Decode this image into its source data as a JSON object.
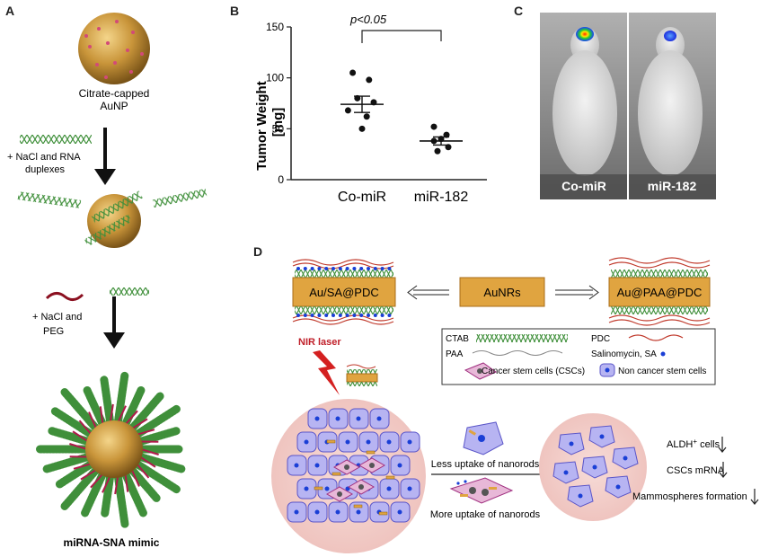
{
  "panels": {
    "a": "A",
    "b": "B",
    "c": "C",
    "d": "D"
  },
  "panel_a": {
    "label1_line1": "Citrate-capped",
    "label1_line2": "AuNP",
    "step1_line1": "+ NaCl and RNA",
    "step1_line2": "duplexes",
    "step2_line1": "+  NaCl and",
    "step2_line2": "PEG",
    "final": "miRNA-SNA mimic"
  },
  "panel_b": {
    "ylabel_line1": "Tumor Weight",
    "ylabel_line2": "[mg]",
    "significance": "p<0.05",
    "chart_data": {
      "type": "scatter",
      "categories": [
        "Co-miR",
        "miR-182"
      ],
      "ylim": [
        0,
        150
      ],
      "yticks": [
        "0",
        "50",
        "100",
        "150"
      ],
      "ylabel": "Tumor Weight [mg]",
      "series": [
        {
          "name": "Co-miR",
          "values": [
            105,
            98,
            80,
            76,
            68,
            62,
            50
          ],
          "mean": 74,
          "sem": 8
        },
        {
          "name": "miR-182",
          "values": [
            52,
            44,
            40,
            38,
            32,
            28
          ],
          "mean": 38,
          "sem": 4
        }
      ]
    }
  },
  "panel_c": {
    "left_label": "Co-miR",
    "right_label": "miR-182"
  },
  "panel_d": {
    "left_box": "Au/SA@PDC",
    "center_box": "AuNRs",
    "right_box": "Au@PAA@PDC",
    "legend": {
      "ctab": "CTAB",
      "pdc": "PDC",
      "paa": "PAA",
      "sa": "Salinomycin, SA",
      "cscs": "Cancer stem cells (CSCs)",
      "noncscs": "Non cancer stem cells"
    },
    "laser": "NIR laser",
    "less": "Less uptake of nanorods",
    "more": "More uptake of nanorods",
    "aldh_prefix": "ALDH",
    "aldh_sup": "+",
    "aldh_suffix": " cells",
    "cscs_mrna": "CSCs mRNA",
    "mammo": "Mammospheres formation"
  },
  "colors": {
    "gold": "#c9953a",
    "green_helix": "#3f8f3a",
    "nanorod": "#e0a440",
    "pdc_red": "#c0392b",
    "sa_blue": "#1a3fd6",
    "cell_purple": "#b7b4f2",
    "tumor_pink": "#f3d3cf"
  }
}
